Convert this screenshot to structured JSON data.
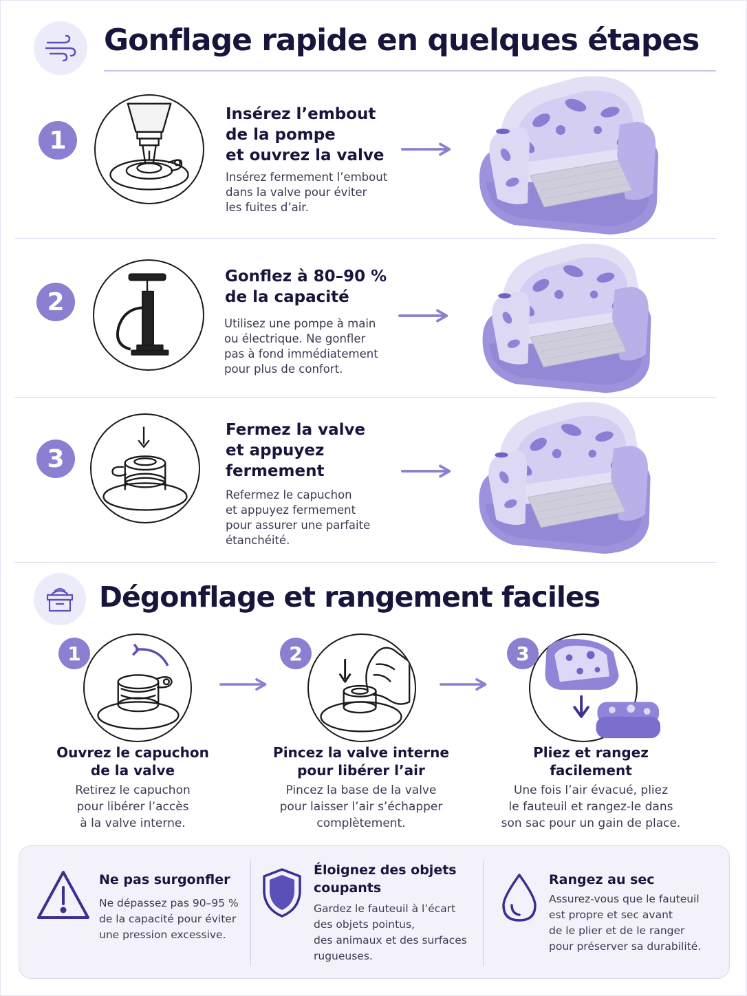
{
  "inflate": {
    "title": "Gonflage rapide en quelques étapes",
    "icon": "wind-icon",
    "steps": [
      {
        "num": "1",
        "title": "Insérez l’embout\nde la pompe\net ouvrez la valve",
        "desc": "Insérez fermement l’embout\ndans la valve pour éviter\nles fuites d’air.",
        "icon": "pump-nozzle-valve-icon"
      },
      {
        "num": "2",
        "title": "Gonflez à 80–90 %\nde la capacité",
        "desc": "Utilisez une pompe à main\nou électrique. Ne gonfler\npas à fond immédiatement\npour plus de confort.",
        "icon": "hand-pump-icon"
      },
      {
        "num": "3",
        "title": "Fermez la valve\net appuyez\nfermement",
        "desc": "Refermez le capuchon\net appuyez fermement\npour assurer une parfaite\nétanchéité.",
        "icon": "valve-cap-press-icon"
      }
    ]
  },
  "deflate": {
    "title": "Dégonflage et rangement faciles",
    "icon": "storage-box-icon",
    "steps": [
      {
        "num": "1",
        "title": "Ouvrez le capuchon\nde la valve",
        "desc": "Retirez le capuchon\npour libérer l’accès\nà la valve interne.",
        "icon": "valve-open-cap-icon"
      },
      {
        "num": "2",
        "title": "Pincez la valve interne\npour libérer l’air",
        "desc": "Pincez la base de la valve\npour laisser l’air s’échapper\ncomplètement.",
        "icon": "pinch-valve-icon"
      },
      {
        "num": "3",
        "title": "Pliez et rangez\nfacilement",
        "desc": "Une fois l’air évacué, pliez\nle fauteuil et rangez-le dans\nson sac pour un gain de place.",
        "icon": "fold-chair-icon"
      }
    ]
  },
  "tips": [
    {
      "title": "Ne pas surgonfler",
      "desc": "Ne dépassez pas 90–95 %\nde la capacité pour éviter\nune pression excessive.",
      "icon": "warning-triangle-icon"
    },
    {
      "title": "Éloignez des objets\ncoupants",
      "desc": "Gardez le fauteuil à l’écart\ndes objets pointus,\ndes animaux et des surfaces\nrugueuses.",
      "icon": "shield-icon"
    },
    {
      "title": "Rangez au sec",
      "desc": "Assurez-vous que le fauteuil\nest propre et sec avant\nde le plier et de le ranger\npour préserver sa durabilité.",
      "icon": "water-drop-icon"
    }
  ],
  "colors": {
    "accent": "#8a7fd0",
    "accent_dark": "#3b3090",
    "chair": "#a59ae0",
    "text": "#17153b"
  }
}
